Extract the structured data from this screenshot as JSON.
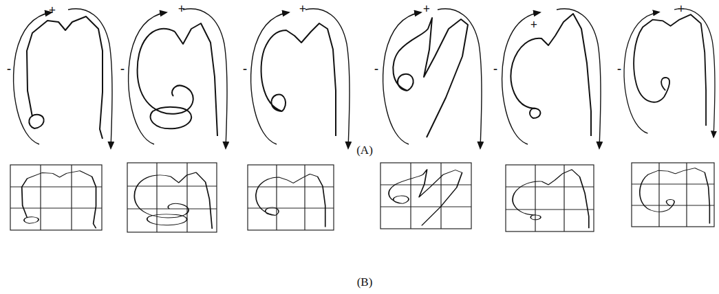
{
  "diagram": {
    "labels": [
      "-",
      "+",
      "-",
      "+",
      "-",
      "+",
      "-",
      "+",
      "-",
      "+",
      "-",
      "+",
      "(A)",
      "(B)"
    ]
  }
}
